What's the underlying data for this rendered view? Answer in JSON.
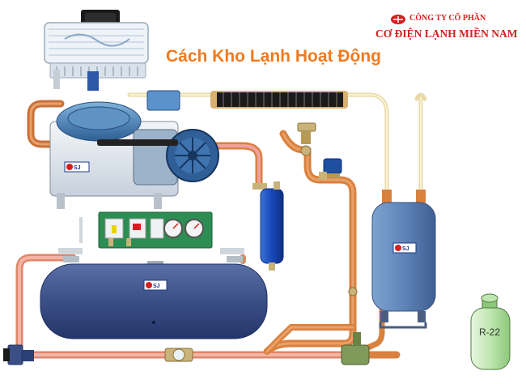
{
  "header": {
    "company_line1": "CÔNG TY CỔ PHẦN",
    "company_line2": "CƠ ĐIỆN LẠNH MIỀN NAM",
    "title": "Cách Kho Lạnh Hoạt Động"
  },
  "labels": {
    "badge_text": "SJ",
    "refrigerant": "R-22"
  },
  "colors": {
    "title": "#f07a1e",
    "company": "#d42020",
    "copper_pipe": "#d9813e",
    "pink_pipe": "#f0a0a0",
    "receiver_blue": "#3a4f86",
    "accumulator_blue": "#5f84b8",
    "compressor_blue": "#3f6fa6",
    "refrigerant_cylinder": "#bfe6b0",
    "panel_green": "#2d8d52"
  },
  "icons": [
    "company-logo-icon",
    "fan-icon",
    "gauge-icon",
    "solenoid-valve-icon",
    "sight-glass-icon",
    "expansion-valve-icon"
  ]
}
